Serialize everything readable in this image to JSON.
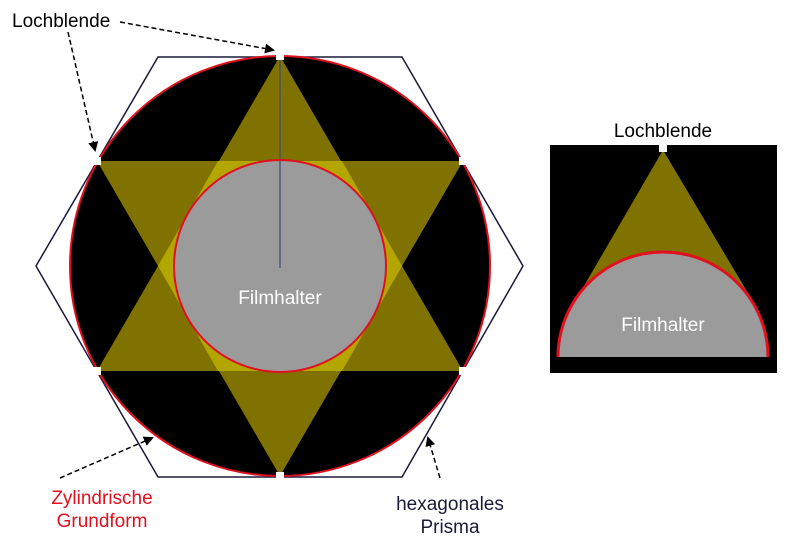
{
  "labels": {
    "pinhole_top": "Lochblende",
    "film_holder_main": "Filmhalter",
    "cylindrical_line1": "Zylindrische",
    "cylindrical_line2": "Grundform",
    "hex_line1": "hexagonales",
    "hex_line2": "Prisma",
    "pinhole_side": "Lochblende",
    "film_holder_side": "Filmhalter"
  },
  "colors": {
    "black_body": "#000000",
    "light_cone": "#7f7200",
    "light_cone_bright": "#c5b800",
    "film_holder": "#9b9b9b",
    "red_outline": "#e0101e",
    "hex_outline": "#1a1a3a",
    "label_red": "#e0101e",
    "label_dark": "#1a1a3a",
    "label_white": "#ffffff"
  }
}
